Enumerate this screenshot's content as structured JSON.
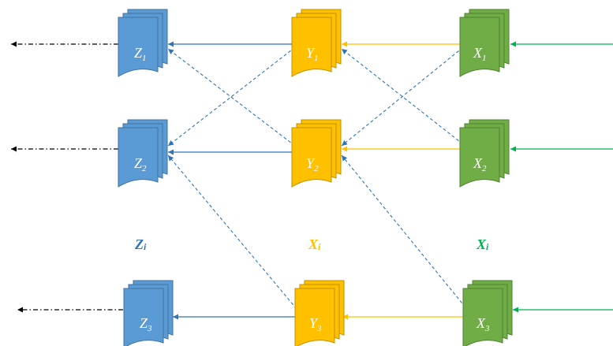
{
  "colors": {
    "blue": "#5b9bd5",
    "blue_edge": "#41719c",
    "blue_line": "#2e75b6",
    "yellow": "#ffc000",
    "yellow_edge": "#bf9000",
    "yellow_line": "#ffc000",
    "green": "#70ad47",
    "green_edge": "#507e32",
    "green_line": "#00b050",
    "black": "#000000"
  },
  "nodes": {
    "z1": {
      "main": "Z",
      "sub": "1"
    },
    "z2": {
      "main": "Z",
      "sub": "2"
    },
    "z3": {
      "main": "Z",
      "sub": "3"
    },
    "y1": {
      "main": "Y",
      "sub": "1"
    },
    "y2": {
      "main": "Y",
      "sub": "2"
    },
    "y3": {
      "main": "Y",
      "sub": "3"
    },
    "x1": {
      "main": "X",
      "sub": "1"
    },
    "x2": {
      "main": "X",
      "sub": "2"
    },
    "x3": {
      "main": "X",
      "sub": "3"
    }
  },
  "column_labels": {
    "z": {
      "main": "Z",
      "sub": "i"
    },
    "y": {
      "main": "X",
      "sub": "i"
    },
    "x": {
      "main": "X",
      "sub": "i"
    }
  }
}
